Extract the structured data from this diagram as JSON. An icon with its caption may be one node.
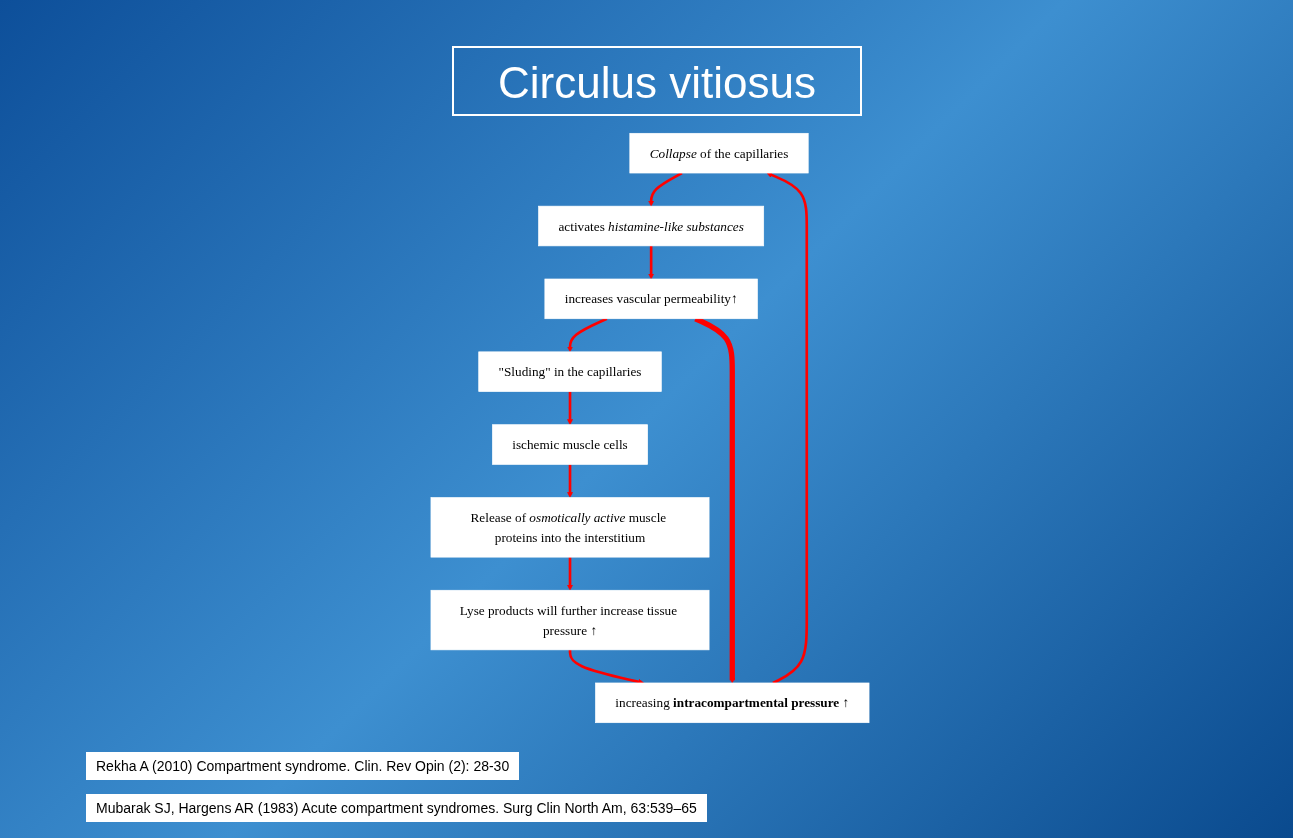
{
  "diagram": {
    "title": "Circulus vitiosus",
    "nodes": [
      {
        "text": [
          "*Collapse* of the capillaries"
        ]
      },
      {
        "text": [
          "activates *histamine-like substances*"
        ]
      },
      {
        "text": [
          "increases vascular permeability↑"
        ]
      },
      {
        "text": [
          "\"Sluding\" in the capillaries"
        ]
      },
      {
        "text": [
          "ischemic muscle cells"
        ]
      },
      {
        "text": [
          "Release of *osmotically active* muscle proteins into the interstitium"
        ]
      },
      {
        "text": [
          "Lyse products will further increase tissue pressure ↑"
        ]
      },
      {
        "text": [
          "increasing **intracompartmental pressure** ↑"
        ]
      }
    ],
    "edges": [
      {
        "from": 0,
        "to": 1,
        "arrow": "to"
      },
      {
        "from": 1,
        "to": 2,
        "arrow": "to"
      },
      {
        "from": 2,
        "to": 3,
        "arrow": "to"
      },
      {
        "from": 3,
        "to": 4,
        "arrow": "to"
      },
      {
        "from": 4,
        "to": 5,
        "arrow": "to"
      },
      {
        "from": 5,
        "to": 6,
        "arrow": "to"
      },
      {
        "from": 6,
        "to": 7,
        "arrow": "to"
      },
      {
        "from": 7,
        "to": 0,
        "arrow": "to"
      },
      {
        "from": 2,
        "to": 7,
        "arrow": "to",
        "style": "thick"
      }
    ],
    "labels": [
      "Rekha A (2010) Compartment syndrome. Clin. Rev Opin (2): 28-30",
      "Mubarak SJ, Hargens AR (1983) Acute compartment syndromes. Surg Clin North Am, 63:539–65"
    ]
  }
}
